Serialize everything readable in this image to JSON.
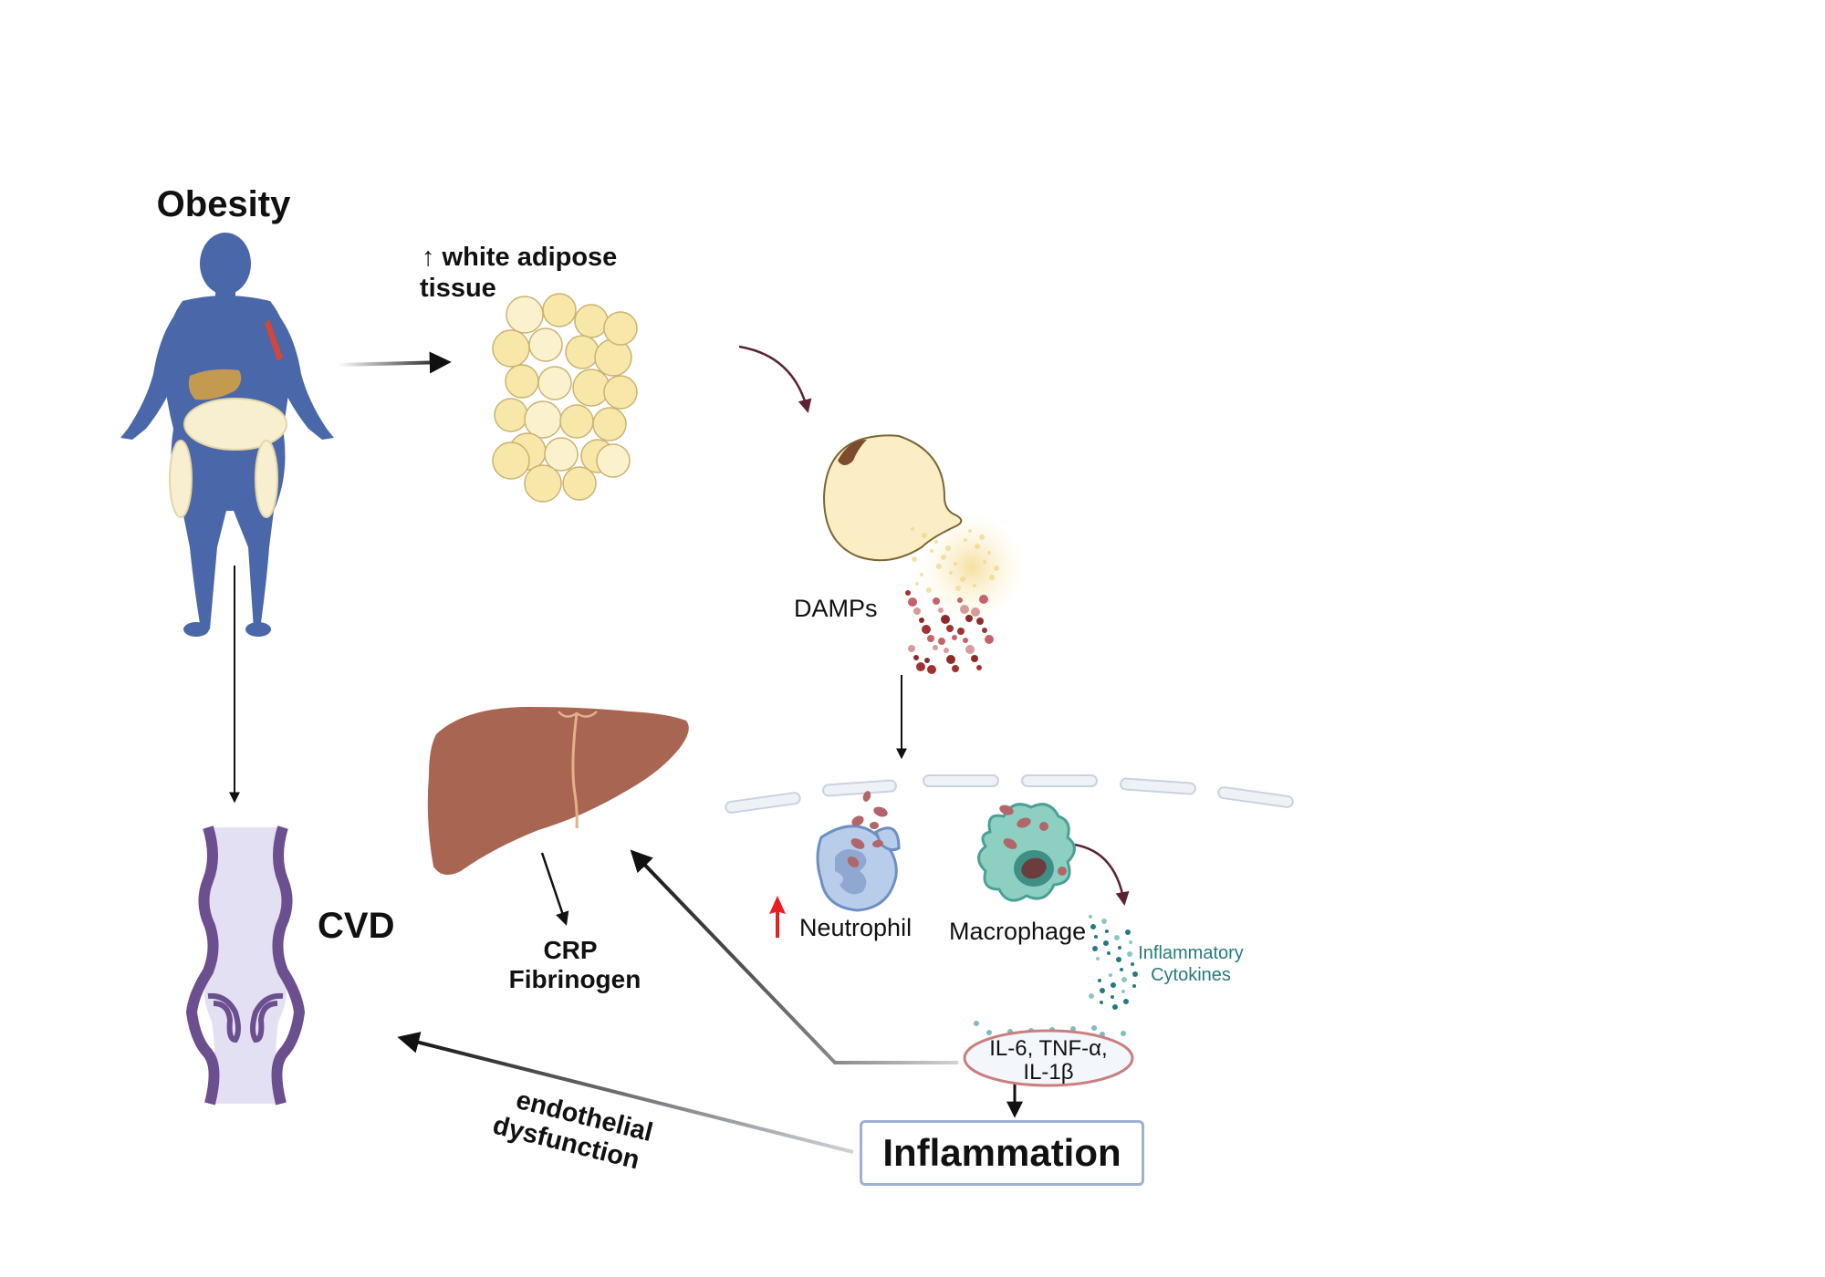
{
  "diagram": {
    "obesity_label": "Obesity",
    "white_adipose_line1": "↑  white adipose",
    "white_adipose_line2": "tissue",
    "damps_label": "DAMPs",
    "neutrophil_label": "Neutrophil",
    "macrophage_label": "Macrophage",
    "inflammatory_cytokines_line1": "Inflammatory",
    "inflammatory_cytokines_line2": "Cytokines",
    "cytokines_list_line1": "IL-6, TNF-α,",
    "cytokines_list_line2": "IL-1β",
    "inflammation_label": "Inflammation",
    "cvd_label": "CVD",
    "crp_label": "CRP",
    "fibrinogen_label": "Fibrinogen",
    "endothelial_line1": "endothelial",
    "endothelial_line2": "dysfunction"
  },
  "colors": {
    "body": "#4a67a9",
    "adipocyte": "#f7e7a8",
    "liver": "#a86552",
    "vessel_wall": "#6c4f8f",
    "vessel_lumen": "#e3e0f4",
    "cytokine_teal": "#267a7e",
    "up_arrow": "#e8201f",
    "damp_red": "#a2322f"
  }
}
